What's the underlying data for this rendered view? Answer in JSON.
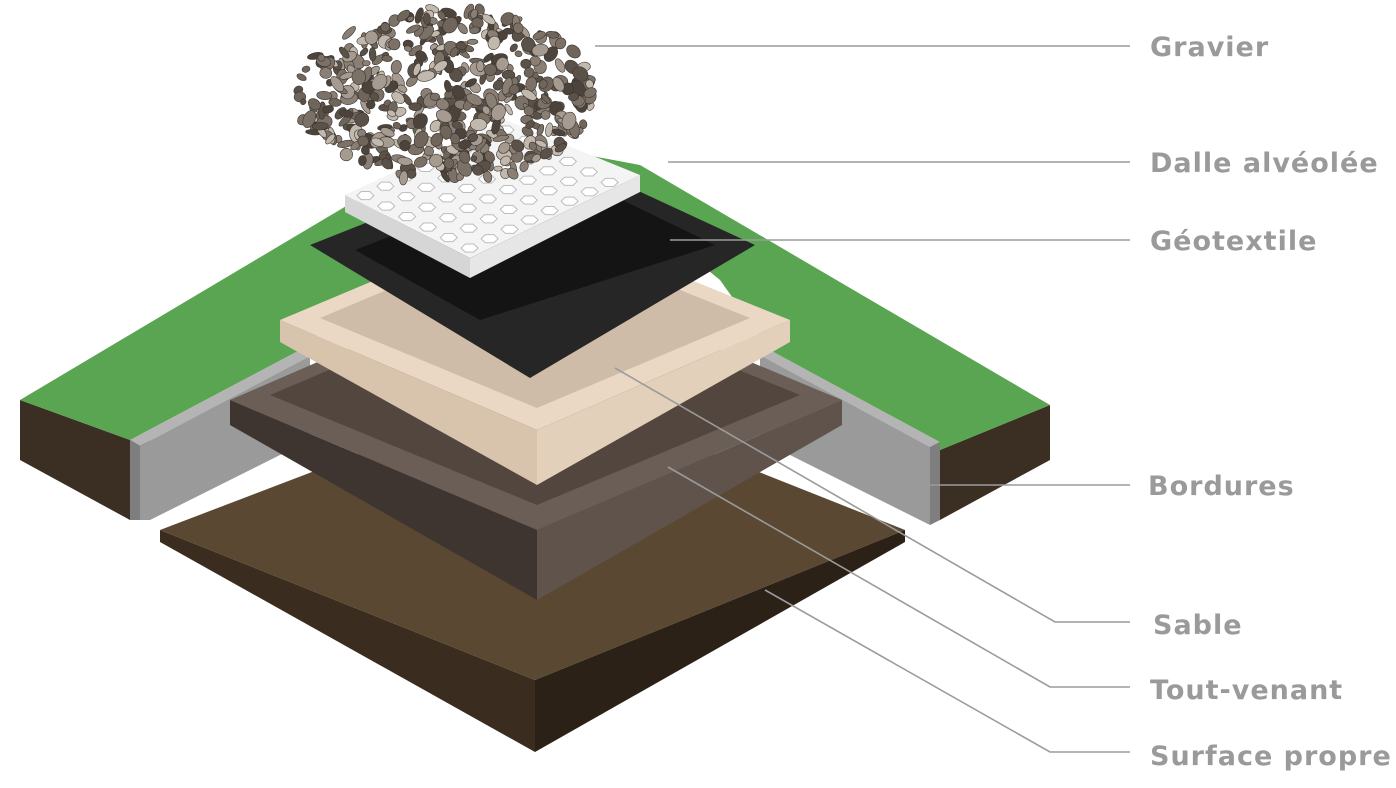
{
  "labels": {
    "gravier": "Gravier",
    "dalle": "Dalle alvéolée",
    "geotextile": "Géotextile",
    "bordures": "Bordures",
    "sable": "Sable",
    "tout_venant": "Tout-venant",
    "surface": "Surface propre"
  },
  "colors": {
    "grass": "#5aa552",
    "soil": "#3a2f22",
    "border": "#9a9a9a",
    "surface": "#5b4832",
    "tout_venant": "#6b5e57",
    "sable": "#ead8c4",
    "geotextile": "#262626",
    "dalle": "#f0f0f0",
    "gravier": "#8a7f74"
  }
}
